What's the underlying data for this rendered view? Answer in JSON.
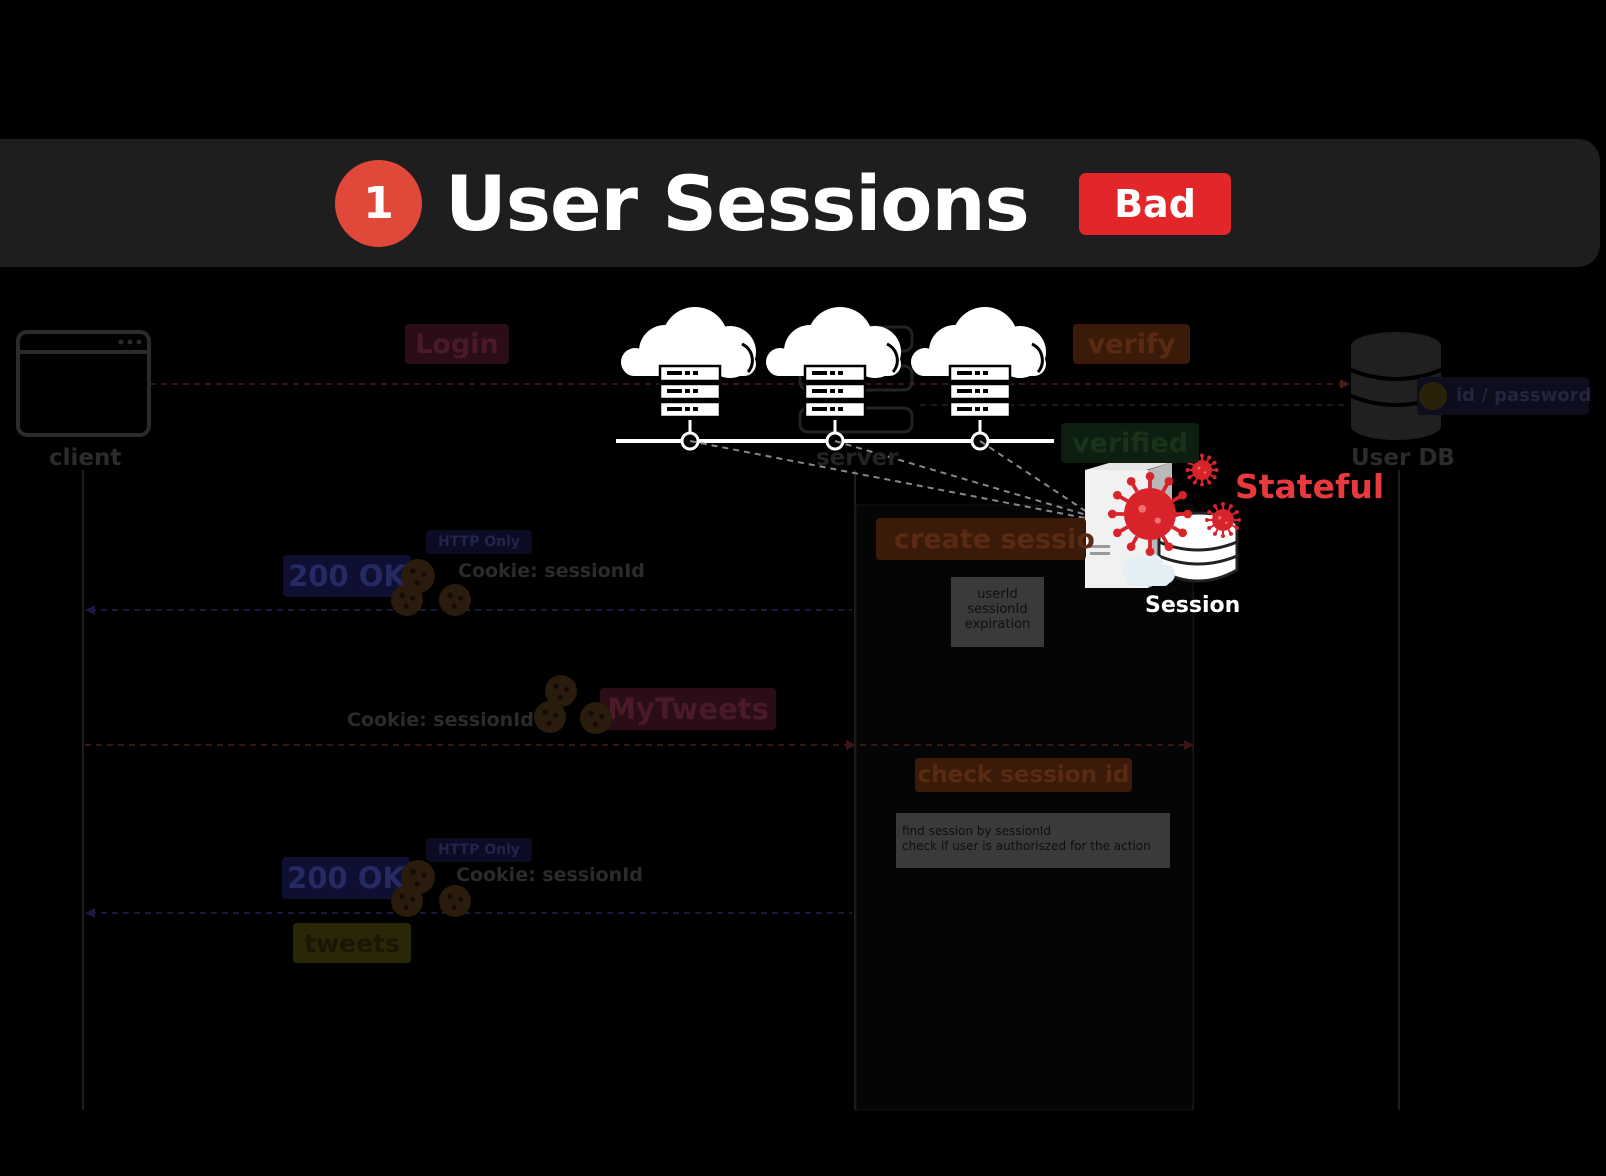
{
  "title": {
    "number": "1",
    "text": "User Sessions",
    "badge": "Bad"
  },
  "actors": {
    "client": "client",
    "server": "server",
    "user_db": "User DB"
  },
  "messages": {
    "login": "Login",
    "verify": "verify",
    "id_password": "id / password",
    "verified": "verified",
    "create_session": "create sessio",
    "http_only_1": "HTTP Only",
    "ok_1": "200 OK",
    "cookie_1": "Cookie: sessionId",
    "my_tweets": "MyTweets",
    "cookie_request": "Cookie: sessionId",
    "check_session": "check session id",
    "http_only_2": "HTTP Only",
    "ok_2": "200 OK",
    "cookie_2": "Cookie: sessionId",
    "tweets": "tweets"
  },
  "notes": {
    "session_fields": [
      "userId",
      "sessionId",
      "expiration"
    ],
    "check_steps": [
      "find session by sessionId",
      "check if user is authoriszed for the action"
    ]
  },
  "overlay": {
    "stateful": "Stateful",
    "session": "Session"
  },
  "colors": {
    "title_badge": "#e3262a",
    "title_number": "#e0483a",
    "stateful": "#e8393d",
    "virus": "#d8232a"
  },
  "icons": [
    "browser-window-icon",
    "cloud-server-icon",
    "database-icon",
    "user-avatar-icon",
    "cookie-icon",
    "session-server-icon",
    "virus-icon"
  ]
}
